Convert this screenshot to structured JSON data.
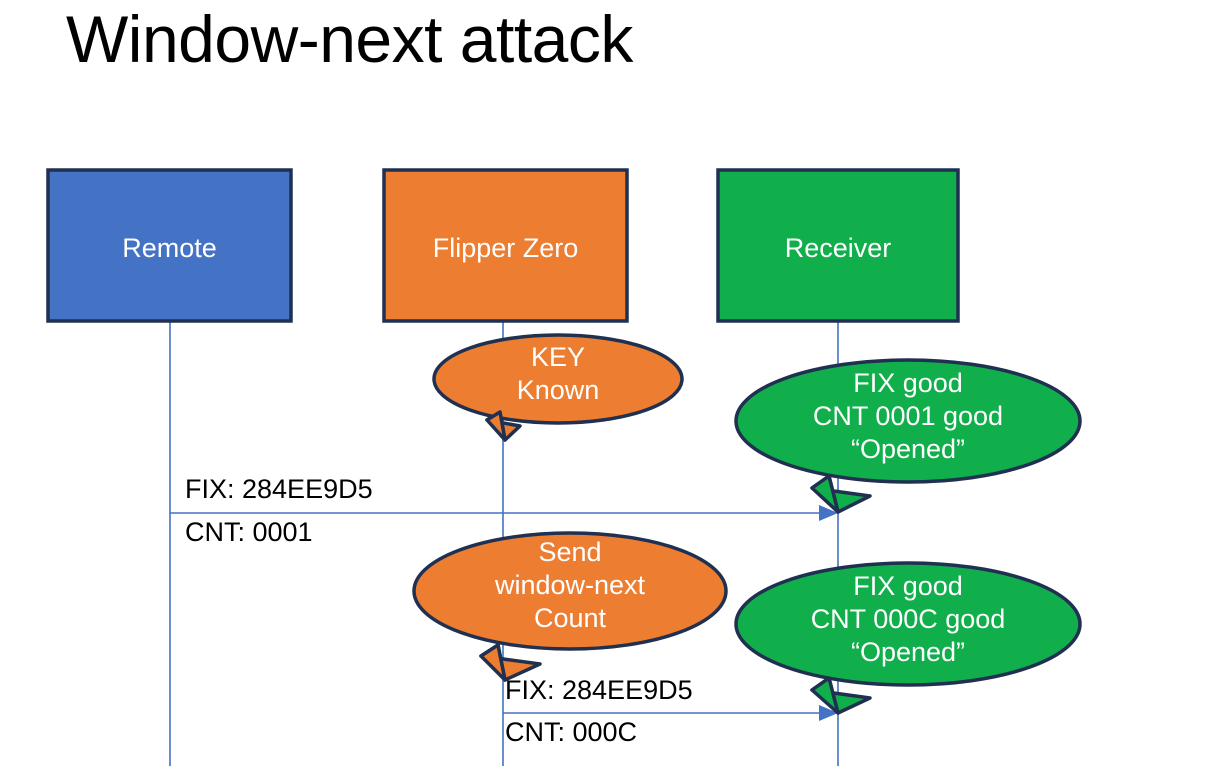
{
  "slide": {
    "title": "Window-next attack",
    "background": "#ffffff"
  },
  "colors": {
    "blue_fill": "#4472C4",
    "orange_fill": "#ED7D31",
    "green_fill": "#11AE4C",
    "shape_outline": "#1F3050",
    "line": "#4472C4",
    "text_dark": "#000000",
    "text_light": "#ffffff"
  },
  "actors": [
    {
      "id": "remote",
      "label": "Remote",
      "color": "#4472C4"
    },
    {
      "id": "flipper",
      "label": "Flipper Zero",
      "color": "#ED7D31"
    },
    {
      "id": "receiver",
      "label": "Receiver",
      "color": "#11AE4C"
    }
  ],
  "bubbles": [
    {
      "id": "key-known",
      "owner": "flipper",
      "color": "#ED7D31",
      "lines": [
        "KEY",
        "Known"
      ]
    },
    {
      "id": "receiver-ack-1",
      "owner": "receiver",
      "color": "#11AE4C",
      "lines": [
        "FIX good",
        "CNT 0001 good",
        "“Opened”"
      ]
    },
    {
      "id": "send-window-next",
      "owner": "flipper",
      "color": "#ED7D31",
      "lines": [
        "Send",
        "window-next",
        "Count"
      ]
    },
    {
      "id": "receiver-ack-2",
      "owner": "receiver",
      "color": "#11AE4C",
      "lines": [
        "FIX good",
        "CNT 000C good",
        "“Opened”"
      ]
    }
  ],
  "messages": [
    {
      "id": "msg-remote-to-receiver",
      "from": "remote",
      "to": "receiver",
      "label_above": "FIX: 284EE9D5",
      "label_below": "CNT: 0001"
    },
    {
      "id": "msg-flipper-to-receiver",
      "from": "flipper",
      "to": "receiver",
      "label_above": "FIX: 284EE9D5",
      "label_below": "CNT: 000C"
    }
  ]
}
